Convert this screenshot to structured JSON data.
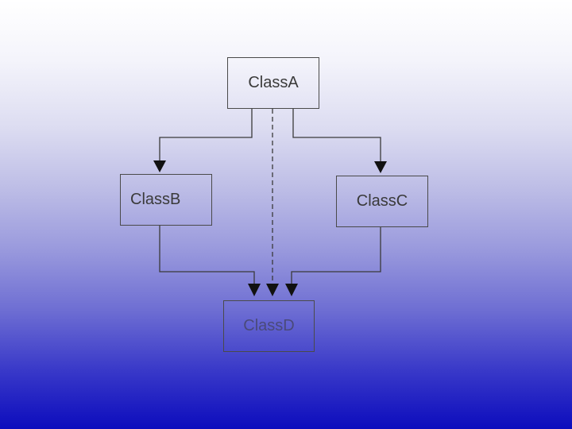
{
  "diagram": {
    "nodes": {
      "a": "ClassA",
      "b": "ClassB",
      "c": "ClassC",
      "d": "ClassD"
    },
    "edges": [
      {
        "from": "a",
        "to": "b",
        "style": "solid"
      },
      {
        "from": "a",
        "to": "c",
        "style": "solid"
      },
      {
        "from": "a",
        "to": "d",
        "style": "dashed"
      },
      {
        "from": "b",
        "to": "d",
        "style": "solid"
      },
      {
        "from": "c",
        "to": "d",
        "style": "solid"
      }
    ],
    "colors": {
      "line": "#3a3a3a",
      "arrowhead": "#111111",
      "box_border": "#4a4a4a"
    }
  }
}
